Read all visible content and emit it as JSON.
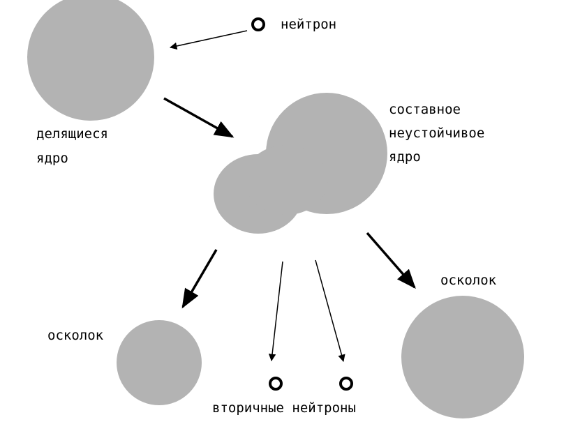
{
  "labels": {
    "neutron": "нейтрон",
    "fissile_nucleus_line1": "делящиеся",
    "fissile_nucleus_line2": "ядро",
    "compound_line1": "составное",
    "compound_line2": "неустойчивое",
    "compound_line3": "ядро",
    "fragment_left": "осколок",
    "fragment_right": "осколок",
    "secondary_neutrons": "вторичные нейтроны"
  },
  "colors": {
    "nucleus_fill": "#b3b3b3",
    "arrow": "#000000",
    "text": "#000000",
    "background": "#ffffff"
  }
}
